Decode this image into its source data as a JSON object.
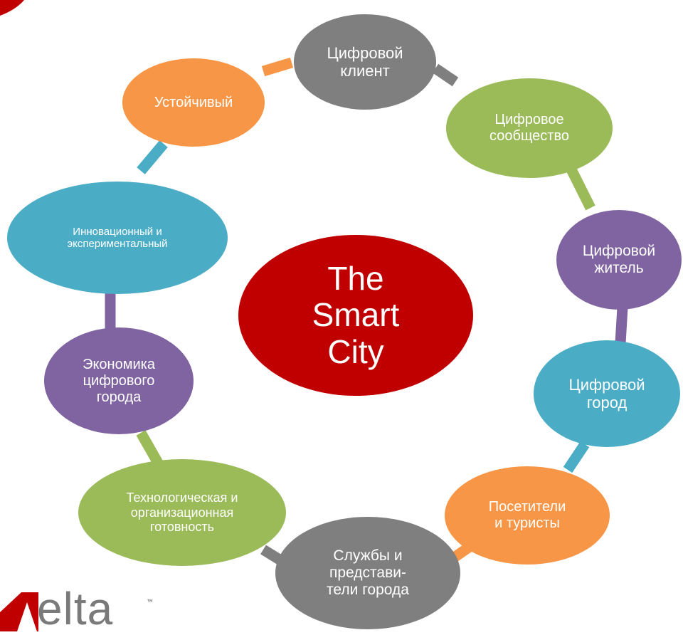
{
  "center": {
    "label": "The\nSmart\nCity",
    "color": "#c00000"
  },
  "nodes": [
    {
      "label": "Цифровой\nклиент",
      "color": "#7f7f7f"
    },
    {
      "label": "Цифровое\nсообщество",
      "color": "#9bbb59"
    },
    {
      "label": "Цифровой\nжитель",
      "color": "#8064a2"
    },
    {
      "label": "Цифровой\nгород",
      "color": "#4bacc6"
    },
    {
      "label": "Посетители\nи туристы",
      "color": "#f79646"
    },
    {
      "label": "Службы и\nпредстави-\nтели города",
      "color": "#7f7f7f"
    },
    {
      "label": "Технологическая и\nорганизационная\nготовность",
      "color": "#9bbb59"
    },
    {
      "label": "Экономика\nцифрового\nгорода",
      "color": "#8064a2"
    },
    {
      "label": "Инновационный  и\nэкспериментальный",
      "color": "#4bacc6"
    },
    {
      "label": "Устойчивый",
      "color": "#f79646"
    }
  ],
  "logo": {
    "text": "elta",
    "trademark": "™",
    "accent_color": "#c00000"
  }
}
